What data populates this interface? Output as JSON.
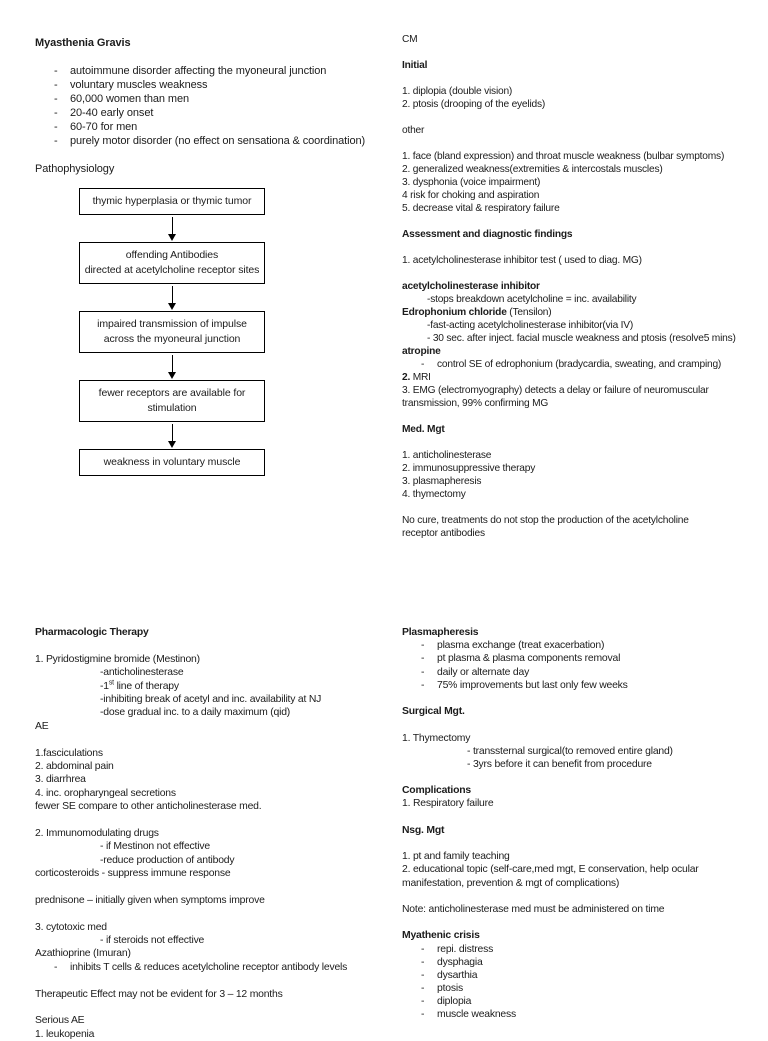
{
  "page": {
    "background": "#ffffff",
    "text_color": "#1c1c1c",
    "border_color": "#000000"
  },
  "top_left": {
    "lines": [
      {
        "t": "Myasthenia Gravis",
        "b": true
      },
      {
        "blank": true
      },
      {
        "t": "autoimmune disorder affecting the myoneural junction",
        "bullet": true
      },
      {
        "t": "voluntary muscles weakness",
        "bullet": true
      },
      {
        "t": "60,000 women than men",
        "bullet": true
      },
      {
        "t": "20-40 early onset",
        "bullet": true
      },
      {
        "t": "60-70 for men",
        "bullet": true
      },
      {
        "t": "purely motor disorder (no effect on sensationa & coordination)",
        "bullet": true
      },
      {
        "blank": true
      },
      {
        "t": "Pathophysiology"
      }
    ]
  },
  "flowchart": {
    "boxes": [
      {
        "lines": [
          "thymic hyperplasia or thymic tumor"
        ]
      },
      {
        "lines": [
          "offending Antibodies",
          "directed at acetylcholine receptor sites"
        ]
      },
      {
        "lines": [
          "impaired transmission of impulse",
          "across the myoneural junction"
        ]
      },
      {
        "lines": [
          "fewer receptors are available for",
          "stimulation"
        ]
      },
      {
        "lines": [
          "weakness in voluntary muscle"
        ]
      }
    ]
  },
  "top_right": {
    "lines": [
      {
        "t": "CM"
      },
      {
        "blank": true
      },
      {
        "t": "Initial",
        "b": true
      },
      {
        "blank": true
      },
      {
        "t": "1. diplopia (double vision)"
      },
      {
        "t": "2. ptosis (drooping of the eyelids)"
      },
      {
        "blank": true
      },
      {
        "t": "other"
      },
      {
        "blank": true
      },
      {
        "t": "1. face (bland expression) and throat muscle weakness (bulbar symptoms)"
      },
      {
        "t": "2. generalized weakness(extremities & intercostals muscles)"
      },
      {
        "t": "3. dysphonia (voice impairment)"
      },
      {
        "t": "4 risk for choking and aspiration"
      },
      {
        "t": "5. decrease vital & respiratory failure"
      },
      {
        "blank": true
      },
      {
        "t": "Assessment and diagnostic findings",
        "b": true
      },
      {
        "blank": true
      },
      {
        "t": "1. acetylcholinesterase inhibitor test ( used to diag. MG)"
      },
      {
        "blank": true
      },
      {
        "t": "acetylcholinesterase inhibitor",
        "b": true
      },
      {
        "t": "-stops breakdown acetylcholine = inc. availability",
        "ind": 1
      },
      {
        "seg": [
          {
            "t": "Edrophonium chloride ",
            "b": true
          },
          {
            "t": "(Tensilon)"
          }
        ]
      },
      {
        "t": "-fast-acting acetylcholinesterase inhibitor(via IV)",
        "ind": 1
      },
      {
        "t": "- 30 sec. after inject. facial muscle weakness and ptosis (resolve5 mins)",
        "ind": 1
      },
      {
        "t": "atropine",
        "b": true
      },
      {
        "t": "control SE of edrophonium (bradycardia, sweating, and cramping)",
        "bullet": true
      },
      {
        "seg": [
          {
            "t": "2.",
            "b": true
          },
          {
            "t": " MRI"
          }
        ]
      },
      {
        "t": "3. EMG (electromyography) detects a delay or failure of neuromuscular"
      },
      {
        "t": "transmission, 99% confirming MG"
      },
      {
        "blank": true
      },
      {
        "t": "Med. Mgt",
        "b": true
      },
      {
        "blank": true
      },
      {
        "t": "1. anticholinesterase"
      },
      {
        "t": "2. immunosuppressive therapy"
      },
      {
        "t": "3. plasmapheresis"
      },
      {
        "t": "4. thymectomy"
      },
      {
        "blank": true
      },
      {
        "t": "No cure, treatments do not stop the production of the acetylcholine"
      },
      {
        "t": "receptor antibodies"
      }
    ]
  },
  "bottom_left": {
    "lines": [
      {
        "t": "Pharmacologic Therapy",
        "b": true
      },
      {
        "blank": true
      },
      {
        "t": "1. Pyridostigmine bromide (Mestinon)"
      },
      {
        "t": "-anticholinesterase",
        "ind": 2
      },
      {
        "seg": [
          {
            "t": "-1"
          },
          {
            "t": "st",
            "sup": true
          },
          {
            "t": " line of therapy"
          }
        ],
        "ind": 2
      },
      {
        "t": "-inhibiting break of acetyl and inc. availability at NJ",
        "ind": 2
      },
      {
        "t": "-dose gradual inc. to a daily maximum (qid)",
        "ind": 2
      },
      {
        "t": "AE"
      },
      {
        "blank": true
      },
      {
        "t": "1.fasciculations"
      },
      {
        "t": "2. abdominal pain"
      },
      {
        "t": "3. diarrhrea"
      },
      {
        "t": "4. inc. oropharyngeal secretions"
      },
      {
        "t": "fewer SE compare to other anticholinesterase med."
      },
      {
        "blank": true
      },
      {
        "t": "2. Immunomodulating drugs"
      },
      {
        "t": "- if Mestinon not effective",
        "ind": 2
      },
      {
        "t": "-reduce production of antibody",
        "ind": 2
      },
      {
        "t": "corticosteroids - suppress immune response"
      },
      {
        "blank": true
      },
      {
        "t": "prednisone – initially given when symptoms improve"
      },
      {
        "blank": true
      },
      {
        "t": "3. cytotoxic med"
      },
      {
        "t": "- if steroids not effective",
        "ind": 2
      },
      {
        "t": "Azathioprine (Imuran)"
      },
      {
        "t": "inhibits T cells & reduces acetylcholine receptor antibody levels",
        "bullet": true
      },
      {
        "blank": true
      },
      {
        "t": "Therapeutic Effect may not be evident for 3 – 12 months"
      },
      {
        "blank": true
      },
      {
        "t": "Serious AE"
      },
      {
        "t": "1. leukopenia"
      }
    ]
  },
  "bottom_right": {
    "lines": [
      {
        "t": "Plasmapheresis",
        "b": true
      },
      {
        "t": "plasma exchange (treat exacerbation)",
        "bullet": true
      },
      {
        "t": "pt plasma & plasma components removal",
        "bullet": true
      },
      {
        "t": "daily or alternate day",
        "bullet": true
      },
      {
        "t": "75% improvements but last only few weeks",
        "bullet": true
      },
      {
        "blank": true
      },
      {
        "t": "Surgical Mgt.",
        "b": true
      },
      {
        "blank": true
      },
      {
        "t": "1. Thymectomy"
      },
      {
        "t": "- transsternal surgical(to removed entire gland)",
        "ind": 2
      },
      {
        "t": "- 3yrs before it can benefit from procedure",
        "ind": 2
      },
      {
        "blank": true
      },
      {
        "t": "Complications",
        "b": true
      },
      {
        "t": "1. Respiratory failure"
      },
      {
        "blank": true
      },
      {
        "t": "Nsg. Mgt",
        "b": true
      },
      {
        "blank": true
      },
      {
        "t": "1. pt and family teaching"
      },
      {
        "t": "2. educational topic (self-care,med mgt, E conservation, help ocular"
      },
      {
        "t": "manifestation, prevention & mgt of complications)"
      },
      {
        "blank": true
      },
      {
        "t": "Note: anticholinesterase med must be administered on time"
      },
      {
        "blank": true
      },
      {
        "t": "Myathenic crisis",
        "b": true
      },
      {
        "t": "repi. distress",
        "bullet": true
      },
      {
        "t": "dysphagia",
        "bullet": true
      },
      {
        "t": "dysarthia",
        "bullet": true
      },
      {
        "t": "ptosis",
        "bullet": true
      },
      {
        "t": "diplopia",
        "bullet": true
      },
      {
        "t": "muscle weakness",
        "bullet": true
      }
    ]
  }
}
